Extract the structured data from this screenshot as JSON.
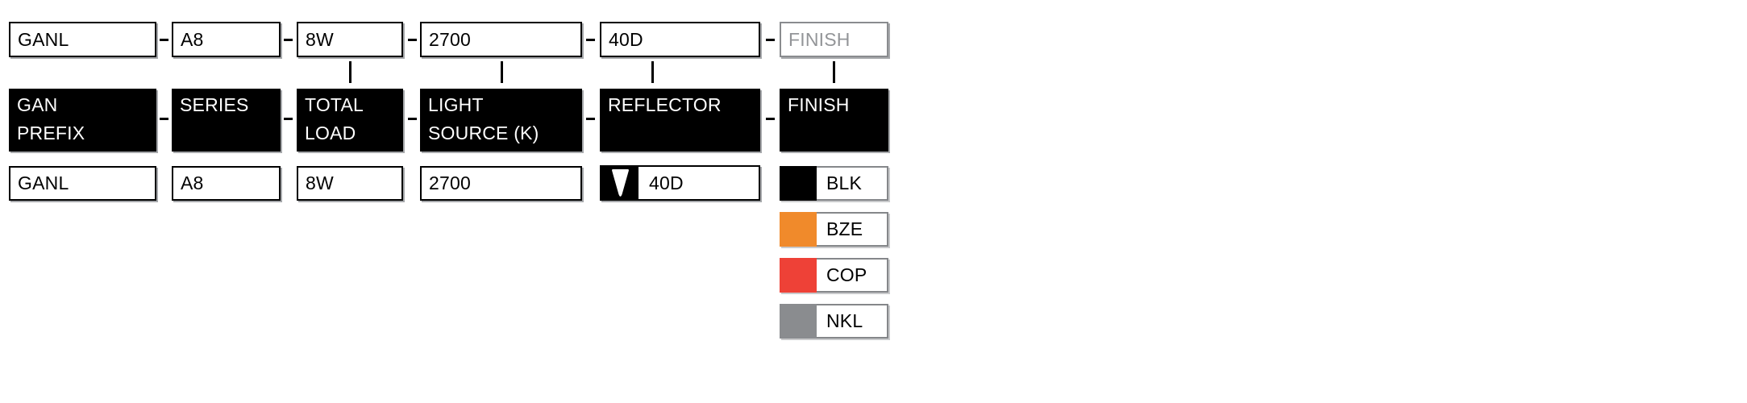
{
  "code_builder": {
    "segments": [
      {
        "id": "gan-prefix",
        "code": "GANL",
        "header": "GAN\nPREFIX",
        "value": "GANL"
      },
      {
        "id": "series",
        "code": "A8",
        "header": "SERIES",
        "value": "A8"
      },
      {
        "id": "total-load",
        "code": "8W",
        "header": "TOTAL\nLOAD",
        "value": "8W"
      },
      {
        "id": "light-source",
        "code": "2700",
        "header": "LIGHT\nSOURCE (K)",
        "value": "2700"
      },
      {
        "id": "reflector",
        "code": "40D",
        "header": "REFLECTOR",
        "value": "40D",
        "dropdown_icon": "triangle-down-icon"
      },
      {
        "id": "finish",
        "code": "FINISH",
        "header": "FINISH",
        "options": [
          {
            "code": "BLK",
            "swatch_color": "#000000"
          },
          {
            "code": "BZE",
            "swatch_color": "#F08A2B"
          },
          {
            "code": "COP",
            "swatch_color": "#EE4137"
          },
          {
            "code": "NKL",
            "swatch_color": "#8A8C8F"
          }
        ]
      }
    ],
    "colors": {
      "box_border": "#000000",
      "header_bg": "#000000",
      "header_text": "#ffffff",
      "placeholder_border": "#8A8C8F",
      "placeholder_text": "#939598",
      "option_border": "#85878A",
      "shadow": "#A7A9AC"
    }
  }
}
